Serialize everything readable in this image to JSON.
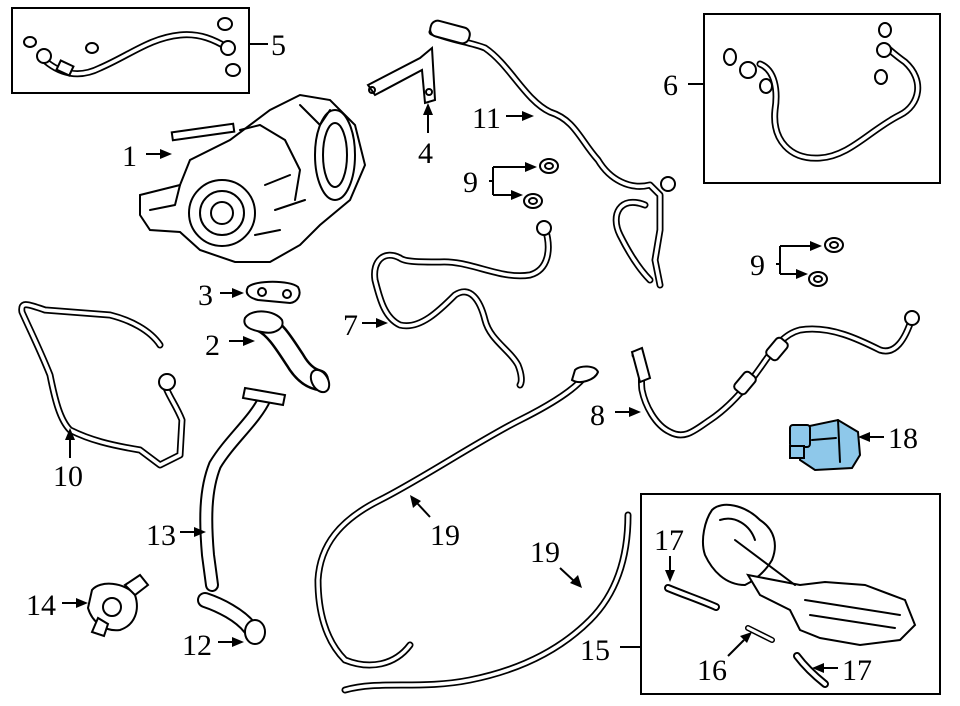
{
  "callouts": {
    "c1": "1",
    "c2": "2",
    "c3": "3",
    "c4": "4",
    "c5": "5",
    "c6": "6",
    "c7": "7",
    "c8": "8",
    "c9a": "9",
    "c9b": "9",
    "c10": "10",
    "c11": "11",
    "c12": "12",
    "c13": "13",
    "c14": "14",
    "c15": "15",
    "c16": "16",
    "c17a": "17",
    "c17b": "17",
    "c18": "18",
    "c19a": "19",
    "c19b": "19"
  },
  "colors": {
    "line": "#000000",
    "background": "#ffffff",
    "highlight": "#8ec8ea"
  },
  "highlighted_part": "18"
}
